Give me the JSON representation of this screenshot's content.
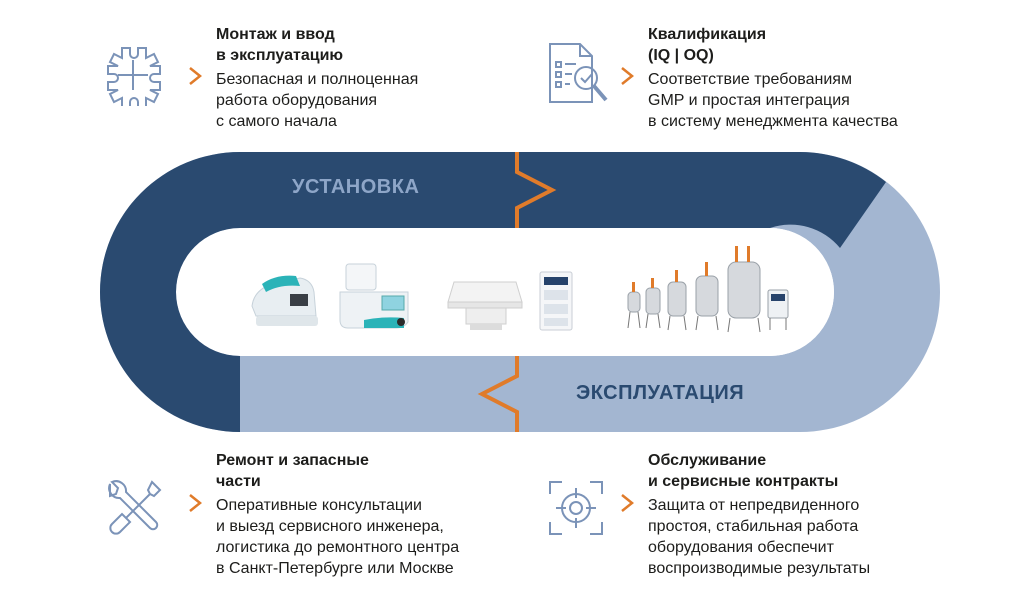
{
  "colors": {
    "dark_band": "#2a4a70",
    "light_band": "#a3b6d1",
    "accent": "#e07b2a",
    "icon": "#7b93b8",
    "label_light": "#8ea6c8",
    "label_dark": "#2a4a70"
  },
  "blocks": {
    "top_left": {
      "title": "Монтаж и ввод\nв эксплуатацию",
      "desc": "Безопасная и полноценная\nработа оборудования\nс самого начала",
      "icon": "puzzle-gear-icon"
    },
    "top_right": {
      "title": "Квалификация\n(IQ | OQ)",
      "desc": "Соответствие требованиям\nGMP и простая интеграция\nв систему менеджмента качества",
      "icon": "document-magnifier-check-icon"
    },
    "bottom_left": {
      "title": "Ремонт и запасные\nчасти",
      "desc": "Оперативные консультации\nи выезд сервисного инженера,\nлогистика до ремонтного центра\nв Санкт-Петербурге или Москве",
      "icon": "wrench-screwdriver-icon"
    },
    "bottom_right": {
      "title": "Обслуживание\nи сервисные контракты",
      "desc": "Защита от непредвиденного\nпростоя, стабильная работа\nоборудования обеспечит\nвоспроизводимые результаты",
      "icon": "target-crosshair-icon"
    }
  },
  "cycle": {
    "top_label": "УСТАНОВКА",
    "bottom_label": "ЭКСПЛУАТАЦИЯ"
  }
}
